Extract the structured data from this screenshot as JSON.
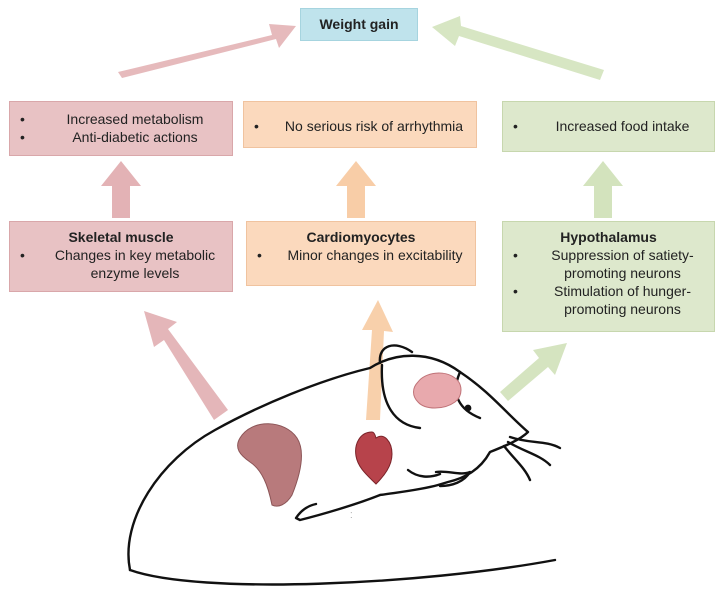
{
  "top": {
    "label": "Weight gain"
  },
  "effects": {
    "muscle": [
      "Increased metabolism",
      "Anti-diabetic actions"
    ],
    "heart": [
      "No serious risk of arrhythmia"
    ],
    "brain": [
      "Increased food intake"
    ]
  },
  "tissues": {
    "muscle": {
      "title": "Skeletal muscle",
      "items": [
        "Changes in key metabolic enzyme levels"
      ]
    },
    "heart": {
      "title": "Cardiomyocytes",
      "items": [
        "Minor changes in excitability"
      ]
    },
    "brain": {
      "title": "Hypothalamus",
      "items": [
        "Suppression of satiety-promoting neurons",
        "Stimulation of hunger-promoting neurons"
      ]
    }
  },
  "colors": {
    "muscle": "#e8c2c4",
    "heart": "#fbd9bd",
    "brain": "#dde8cc",
    "top": "#bfe3ec",
    "arrow_muscle": "#e3b2b5",
    "arrow_heart": "#f8cda7",
    "arrow_brain": "#d3e3bd"
  },
  "icons": [
    "rat-outline",
    "muscle-icon",
    "heart-icon",
    "brain-icon"
  ]
}
